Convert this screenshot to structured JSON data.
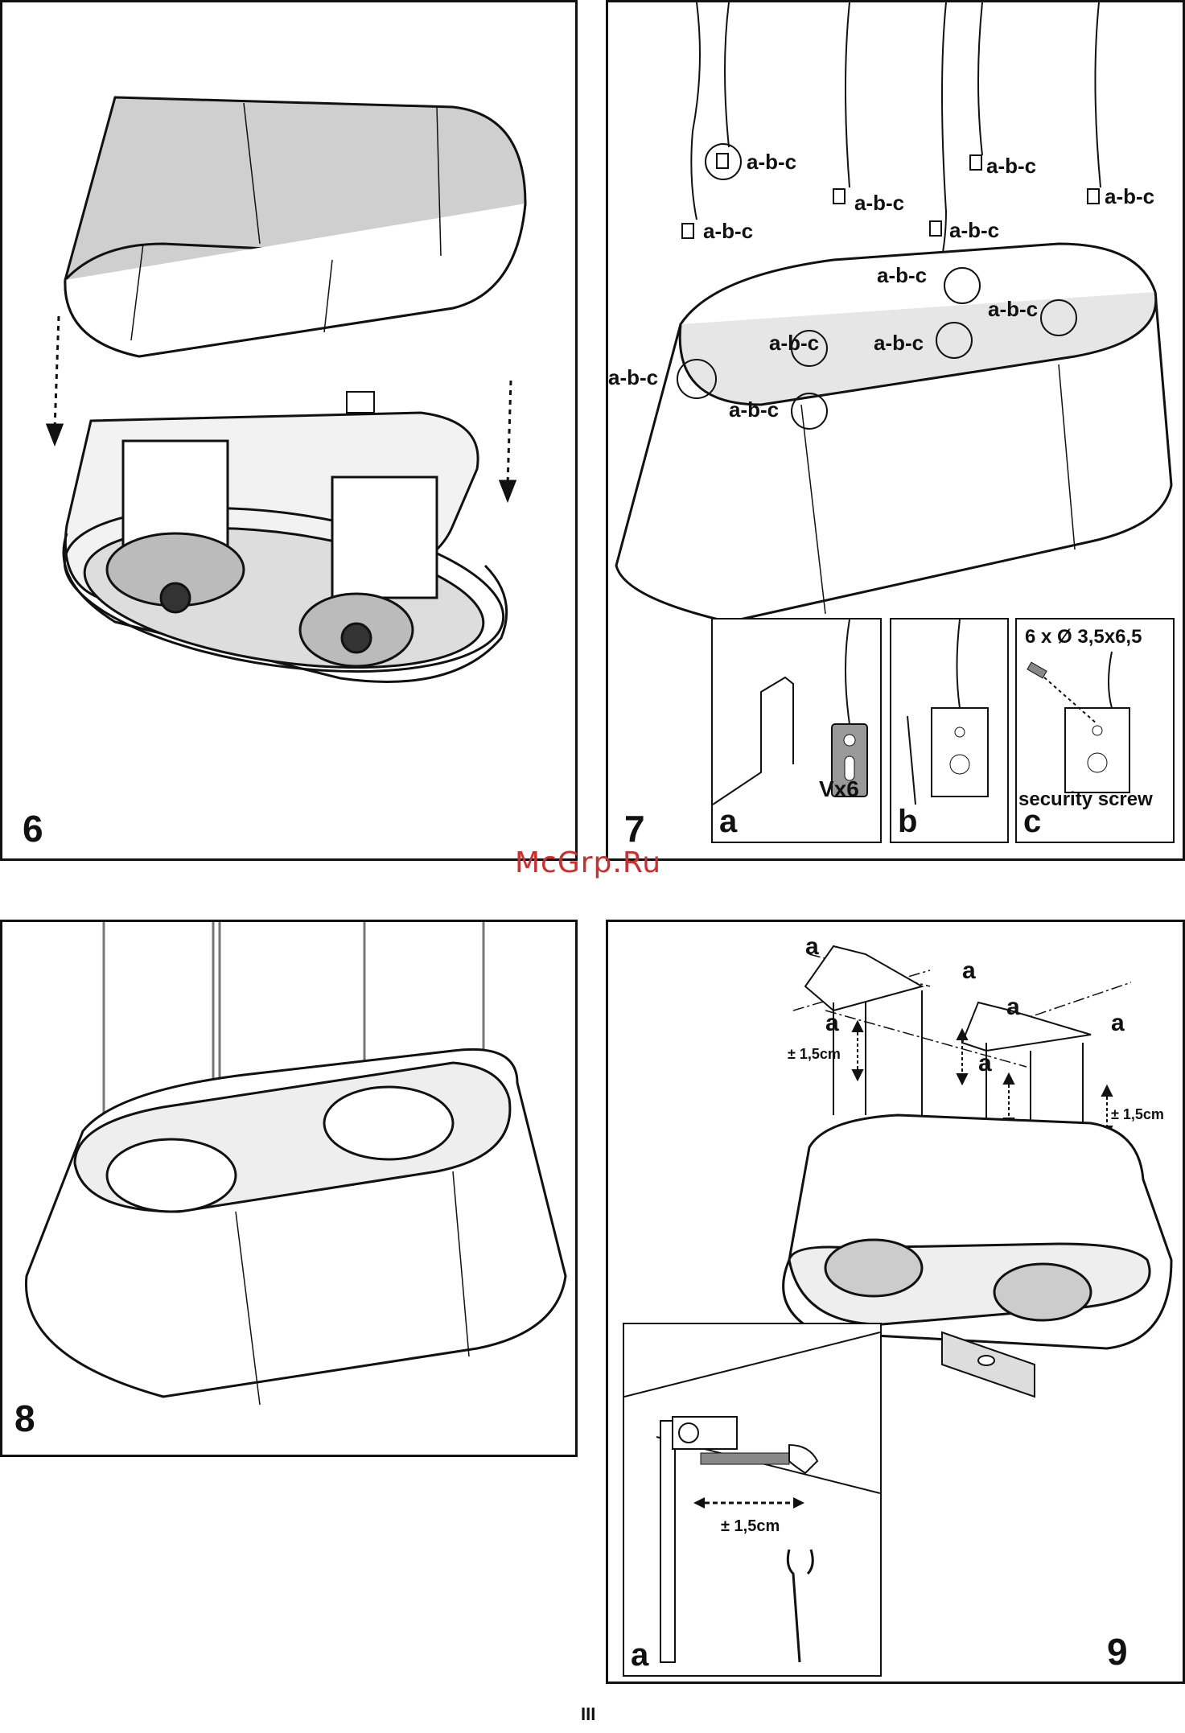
{
  "page": {
    "watermark": "McGrp.Ru",
    "page_number": "III"
  },
  "panel6": {
    "number": "6"
  },
  "panel7": {
    "number": "7",
    "callout": "a-b-c",
    "sub_a": {
      "letter": "a",
      "label": "Vx6"
    },
    "sub_b": {
      "letter": "b"
    },
    "sub_c": {
      "letter": "c",
      "screw_spec": "6 x Ø 3,5x6,5",
      "label": "security screw"
    }
  },
  "panel8": {
    "number": "8"
  },
  "panel9": {
    "number": "9",
    "letter_a": "a",
    "adjust": "± 1,5cm",
    "inset_letter": "a"
  }
}
